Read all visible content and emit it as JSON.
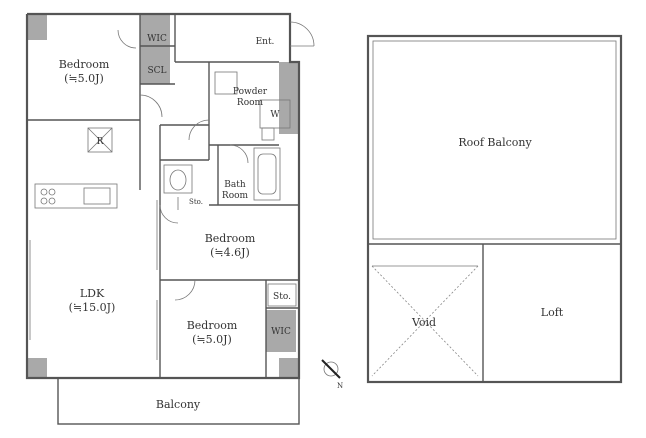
{
  "rooms": {
    "bedroom_nw": {
      "name": "Bedroom",
      "size": "(≒5.0J)"
    },
    "wic_top": "WIC",
    "scl": "SCL",
    "entrance": "Ent.",
    "powder_line1": "Powder",
    "powder_line2": "Room",
    "washer": "W",
    "refrigerator": "R",
    "bath_line1": "Bath",
    "bath_line2": "Room",
    "storage_small": "Sto.",
    "bedroom_mid": {
      "name": "Bedroom",
      "size": "(≒4.6J)"
    },
    "ldk": {
      "name": "LDK",
      "size": "(≒15.0J)"
    },
    "storage_mid": "Sto.",
    "bedroom_sw": {
      "name": "Bedroom",
      "size": "(≒5.0J)"
    },
    "wic_bottom": "WIC",
    "balcony": "Balcony",
    "roof_balcony": "Roof Balcony",
    "void": "Void",
    "loft": "Loft",
    "compass": "N"
  }
}
